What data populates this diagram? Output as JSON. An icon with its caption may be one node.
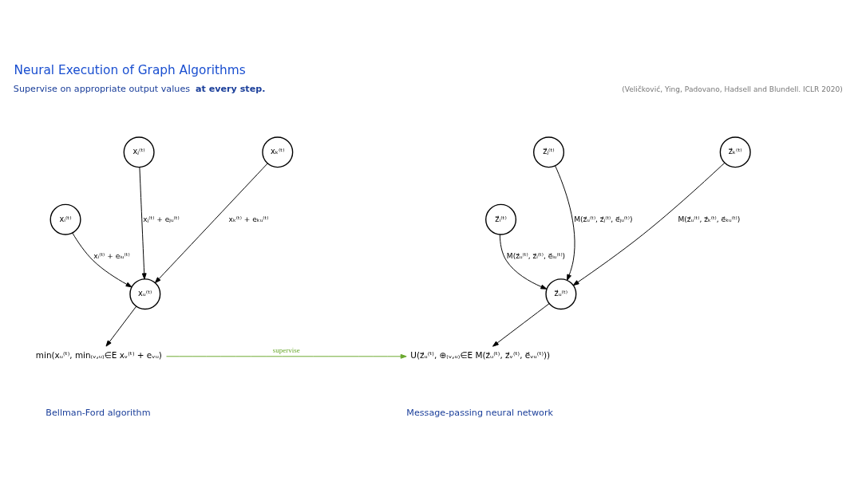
{
  "diagram": {
    "title": "Neural Execution of Graph Algorithms",
    "nodes": [
      {
        "text": [
          "xⱼ⁽ᵗ⁾"
        ]
      },
      {
        "text": [
          "xₖ⁽ᵗ⁾"
        ]
      },
      {
        "text": [
          "xᵤ⁽ᵗ⁾"
        ]
      },
      {
        "text": [
          "xᵢ⁽ᵗ⁾"
        ]
      },
      {
        "text": [
          "min(xᵤ⁽ᵗ⁾, min₍ᵥ,ᵤ₎∈E xᵥ⁽ᵗ⁾ + eᵥᵤ)"
        ]
      },
      {
        "text": [
          "z⃗ⱼ⁽ᵗ⁾"
        ]
      },
      {
        "text": [
          "z⃗ₖ⁽ᵗ⁾"
        ]
      },
      {
        "text": [
          "z⃗ᵤ⁽ᵗ⁾"
        ]
      },
      {
        "text": [
          "z⃗ᵢ⁽ᵗ⁾"
        ]
      },
      {
        "text": [
          "U(z⃗ᵤ⁽ᵗ⁾, ⊕₍ᵥ,ᵤ₎∈E M(z⃗ᵤ⁽ᵗ⁾, z⃗ᵥ⁽ᵗ⁾, e⃗ᵥᵤ⁽ᵗ⁾))"
        ]
      }
    ],
    "edges": [
      {
        "from": 0,
        "to": 2,
        "arrow": "to",
        "label": "xⱼ⁽ᵗ⁾ + eⱼᵤ⁽ᵗ⁾"
      },
      {
        "from": 1,
        "to": 2,
        "arrow": "to",
        "label": "xₖ⁽ᵗ⁾ + eₖᵤ⁽ᵗ⁾"
      },
      {
        "from": 3,
        "to": 2,
        "arrow": "to",
        "label": "xᵢ⁽ᵗ⁾ + eᵢᵤ⁽ᵗ⁾"
      },
      {
        "from": 2,
        "to": 4,
        "arrow": "to"
      },
      {
        "from": 5,
        "to": 7,
        "arrow": "to",
        "label": "M(z⃗ᵤ⁽ᵗ⁾, z⃗ⱼ⁽ᵗ⁾, e⃗ⱼᵤ⁽ᵗ⁾)"
      },
      {
        "from": 6,
        "to": 7,
        "arrow": "to",
        "label": "M(z⃗ᵤ⁽ᵗ⁾, z⃗ₖ⁽ᵗ⁾, e⃗ₖᵤ⁽ᵗ⁾)"
      },
      {
        "from": 8,
        "to": 7,
        "arrow": "to",
        "label": "M(z⃗ᵤ⁽ᵗ⁾, z⃗ᵢ⁽ᵗ⁾, e⃗ᵢᵤ⁽ᵗ⁾)"
      },
      {
        "from": 7,
        "to": 9,
        "arrow": "to"
      },
      {
        "from": 4,
        "to": 9,
        "arrow": "to",
        "label": "supervise",
        "color": "#6aa82e"
      }
    ],
    "labels": [
      "(Veličković, Ying, Padovano, Hadsell and Blundell. ICLR 2020)",
      "Supervise on appropriate output values **at every step.**",
      "Bellman-Ford algorithm",
      "Message-passing neural network"
    ]
  }
}
